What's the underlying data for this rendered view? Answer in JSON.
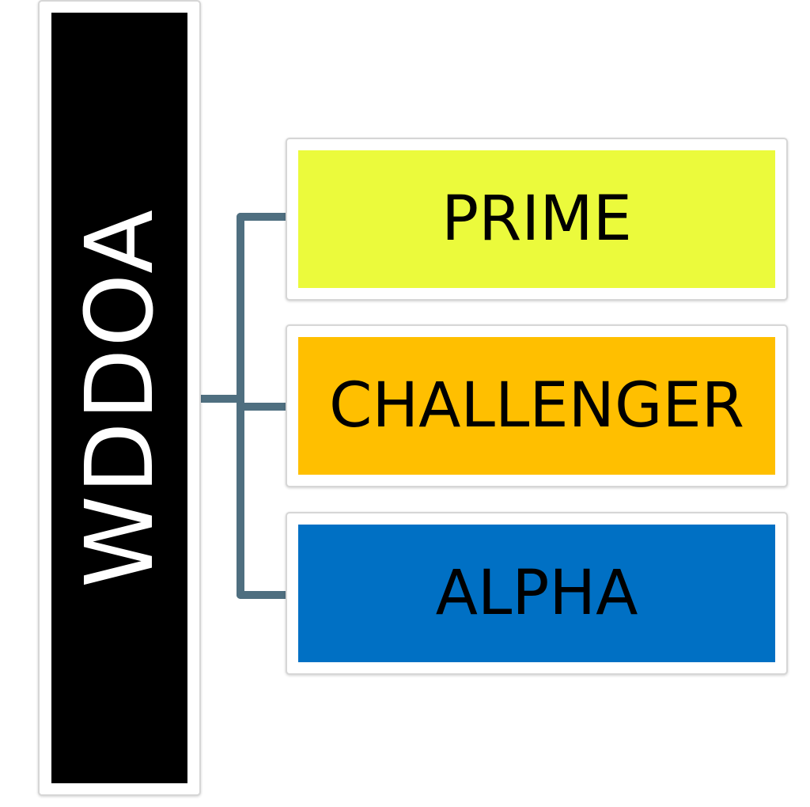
{
  "root": {
    "label": "WDDOA",
    "fill": "#000000",
    "text_color": "#ffffff"
  },
  "children": [
    {
      "label": "PRIME",
      "fill": "#ebfa3c"
    },
    {
      "label": "CHALLENGER",
      "fill": "#ffbf00"
    },
    {
      "label": "ALPHA",
      "fill": "#0070c4"
    }
  ],
  "connector_color": "#4f6f80"
}
